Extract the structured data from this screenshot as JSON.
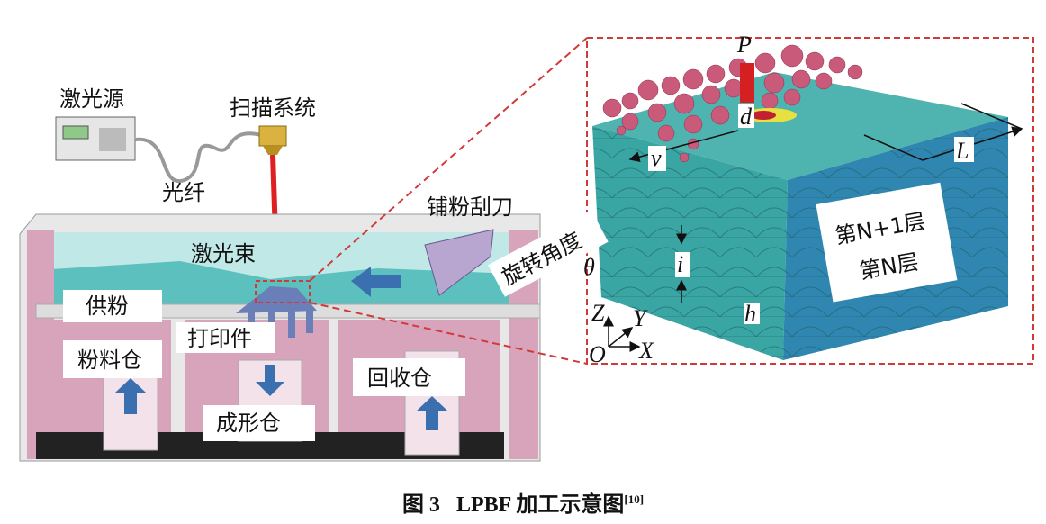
{
  "labels": {
    "laser_source": "激光源",
    "scan_system": "扫描系统",
    "fiber": "光纤",
    "recoater": "铺粉刮刀",
    "laser_beam": "激光束",
    "powder_supply": "供粉",
    "powder_bin": "粉料仓",
    "printed_part": "打印件",
    "build_bin": "成形仓",
    "recycle_bin": "回收仓",
    "rotation_angle": "旋转角度",
    "theta": "θ",
    "layer_n1": "第N+1层",
    "layer_n": "第N层"
  },
  "symbols": {
    "P": "P",
    "d": "d",
    "v": "v",
    "L": "L",
    "i": "i",
    "h": "h",
    "Z": "Z",
    "Y": "Y",
    "X": "X",
    "O": "O"
  },
  "caption": {
    "fig": "图 3",
    "title": "LPBF 加工示意图",
    "ref": "[10]"
  },
  "colors": {
    "teal": "#3aa6a4",
    "blue": "#2f86b0",
    "pink": "#d9a6bd",
    "powder": "#c95a7a",
    "laser": "#e02020",
    "dash": "#d23a3a",
    "arrow": "#3a6fb0"
  }
}
